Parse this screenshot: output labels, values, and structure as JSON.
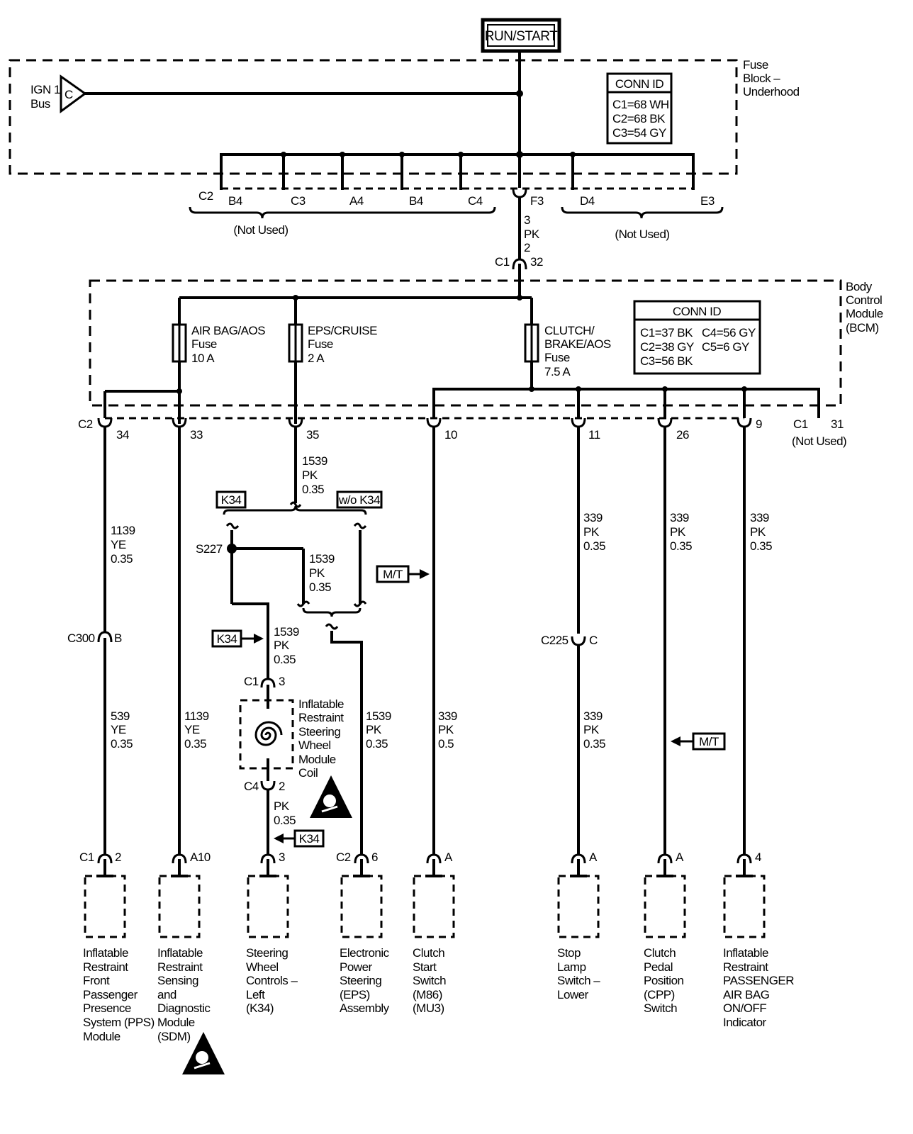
{
  "power": {
    "run_start": "RUN/START"
  },
  "fuse_block": {
    "title": [
      "Fuse",
      "Block –",
      "Underhood"
    ],
    "ign_bus": [
      "IGN 1",
      "Bus"
    ],
    "ign_bus_letter": "C",
    "conn_id_title": "CONN ID",
    "conn_id_lines": [
      "C1=68 WH",
      "C2=68 BK",
      "C3=54 GY"
    ],
    "c2_label": "C2",
    "pins": [
      "B4",
      "C3",
      "A4",
      "B4",
      "C4",
      "F3",
      "D4",
      "E3"
    ],
    "not_used_left": "(Not Used)",
    "not_used_right": "(Not Used)"
  },
  "feed_wire": {
    "lines": [
      "3",
      "PK",
      "2"
    ]
  },
  "bcm_c1": {
    "conn": "C1",
    "pin": "32"
  },
  "bcm": {
    "title": [
      "Body",
      "Control",
      "Module",
      "(BCM)"
    ],
    "conn_id_title": "CONN ID",
    "conn_id_col1": [
      "C1=37 BK",
      "C2=38 GY",
      "C3=56 BK"
    ],
    "conn_id_col2": [
      "C4=56 GY",
      "C5=6 GY"
    ],
    "fuses": [
      {
        "lines": [
          "AIR BAG/AOS",
          "Fuse",
          "10 A"
        ]
      },
      {
        "lines": [
          "EPS/CRUISE",
          "Fuse",
          "2 A"
        ]
      },
      {
        "lines": [
          "CLUTCH/",
          "BRAKE/AOS",
          "Fuse",
          "7.5 A"
        ]
      }
    ],
    "c2_label": "C2",
    "pins": [
      "34",
      "33",
      "35",
      "10",
      "11",
      "26",
      "9"
    ],
    "c1_label": "C1",
    "c1_pin": "31",
    "c1_not_used": "(Not Used)"
  },
  "wires": {
    "w1139_top": [
      "1139",
      "YE",
      "0.35"
    ],
    "w1539_top": [
      "1539",
      "PK",
      "0.35"
    ],
    "w339_a": [
      "339",
      "PK",
      "0.35"
    ],
    "w339_b": [
      "339",
      "PK",
      "0.35"
    ],
    "w339_c": [
      "339",
      "PK",
      "0.35"
    ],
    "w1539_mid": [
      "1539",
      "PK",
      "0.35"
    ],
    "w1539_k34": [
      "1539",
      "PK",
      "0.35"
    ],
    "w539": [
      "539",
      "YE",
      "0.35"
    ],
    "w1139_bottom": [
      "1139",
      "YE",
      "0.35"
    ],
    "w1539_bottom": [
      "1539",
      "PK",
      "0.35"
    ],
    "w339_05": [
      "339",
      "PK",
      "0.5"
    ],
    "w339_d": [
      "339",
      "PK",
      "0.35"
    ],
    "wpk_c4": [
      "PK",
      "0.35"
    ]
  },
  "options": {
    "k34": "K34",
    "wo_k34": "w/o K34",
    "mt": "M/T"
  },
  "splice": "S227",
  "connectors": {
    "c300": "C300",
    "c300_pin": "B",
    "c225": "C225",
    "c225_pin": "C",
    "coil_c1": "C1",
    "coil_c1_pin": "3",
    "coil_c4": "C4",
    "coil_c4_pin": "2"
  },
  "coil_label": [
    "Inflatable",
    "Restraint",
    "Steering",
    "Wheel",
    "Module",
    "Coil"
  ],
  "components": [
    {
      "conn": "C1",
      "pin": "2",
      "label": [
        "Inflatable",
        "Restraint",
        "Front",
        "Passenger",
        "Presence",
        "System (PPS)",
        "Module"
      ]
    },
    {
      "conn": "",
      "pin": "A10",
      "label": [
        "Inflatable",
        "Restraint",
        "Sensing",
        "and",
        "Diagnostic",
        "Module",
        "(SDM)"
      ]
    },
    {
      "conn": "",
      "pin": "3",
      "label": [
        "Steering",
        "Wheel",
        "Controls –",
        "Left",
        "(K34)"
      ]
    },
    {
      "conn": "C2",
      "pin": "6",
      "label": [
        "Electronic",
        "Power",
        "Steering",
        "(EPS)",
        "Assembly"
      ]
    },
    {
      "conn": "",
      "pin": "A",
      "label": [
        "Clutch",
        "Start",
        "Switch",
        "(M86)",
        "(MU3)"
      ]
    },
    {
      "conn": "",
      "pin": "A",
      "label": [
        "Stop",
        "Lamp",
        "Switch –",
        "Lower"
      ]
    },
    {
      "conn": "",
      "pin": "A",
      "label": [
        "Clutch",
        "Pedal",
        "Position",
        "(CPP)",
        "Switch"
      ]
    },
    {
      "conn": "",
      "pin": "4",
      "label": [
        "Inflatable",
        "Restraint",
        "PASSENGER",
        "AIR BAG",
        "ON/OFF",
        "Indicator"
      ]
    }
  ]
}
